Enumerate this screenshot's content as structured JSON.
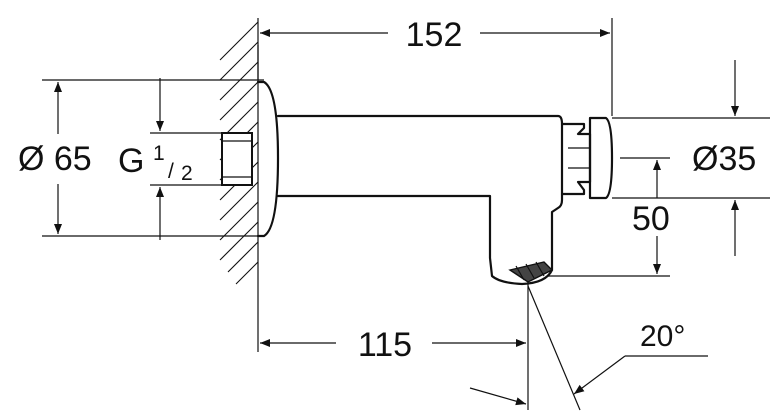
{
  "dimensions": {
    "overall_length": "152",
    "outlet_reach": "115",
    "rosette_diameter": "Ø 65",
    "thread_main": "G",
    "thread_numerator": "1",
    "thread_slash": "/",
    "thread_denominator": "2",
    "body_diameter": "Ø35",
    "outlet_drop": "50",
    "spray_angle": "20°"
  }
}
